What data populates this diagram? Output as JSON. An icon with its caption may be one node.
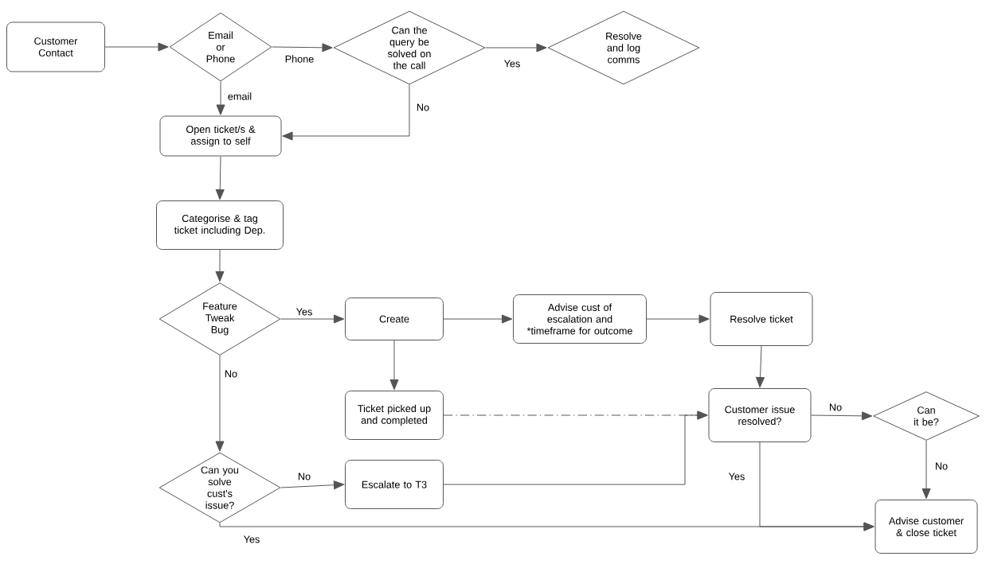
{
  "diagram": {
    "nodes": [
      {
        "text": [
          "Customer Contact"
        ]
      },
      {
        "text": [
          "Email or Phone"
        ]
      },
      {
        "text": [
          "Can the query be solved on the call"
        ]
      },
      {
        "text": [
          "Resolve and log comms"
        ]
      },
      {
        "text": [
          "Open ticket/s & assign to self"
        ]
      },
      {
        "text": [
          "Categorise & tag ticket including Dep."
        ]
      },
      {
        "text": [
          "Feature Tweak Bug"
        ]
      },
      {
        "text": [
          "Create"
        ]
      },
      {
        "text": [
          "Advise cust of escalation and *timeframe for outcome"
        ]
      },
      {
        "text": [
          "Resolve ticket"
        ]
      },
      {
        "text": [
          "Ticket picked up and completed"
        ]
      },
      {
        "text": [
          "Customer issue resolved?"
        ]
      },
      {
        "text": [
          "Can it be?"
        ]
      },
      {
        "text": [
          "Can you solve cust's issue?"
        ]
      },
      {
        "text": [
          "Escalate to T3"
        ]
      },
      {
        "text": [
          "Advise customer & close ticket"
        ]
      }
    ],
    "edges": [
      {
        "from": 0,
        "to": 1,
        "arrow": "to"
      },
      {
        "from": 1,
        "to": 2,
        "arrow": "to",
        "label": "Phone"
      },
      {
        "from": 2,
        "to": 3,
        "arrow": "to",
        "label": "Yes"
      },
      {
        "from": 1,
        "to": 4,
        "arrow": "to",
        "label": "email"
      },
      {
        "from": 2,
        "to": 4,
        "arrow": "to",
        "label": "No"
      },
      {
        "from": 4,
        "to": 5,
        "arrow": "to"
      },
      {
        "from": 5,
        "to": 6,
        "arrow": "to"
      },
      {
        "from": 6,
        "to": 7,
        "arrow": "to",
        "label": "Yes"
      },
      {
        "from": 7,
        "to": 8,
        "arrow": "to"
      },
      {
        "from": 8,
        "to": 9,
        "arrow": "to"
      },
      {
        "from": 7,
        "to": 10,
        "arrow": "to"
      },
      {
        "from": 6,
        "to": 13,
        "arrow": "to",
        "label": "No"
      },
      {
        "from": 10,
        "to": 11,
        "arrow": "to",
        "style": "dashed"
      },
      {
        "from": 14,
        "to": 11,
        "arrow": "to"
      },
      {
        "from": 9,
        "to": 11,
        "arrow": "to"
      },
      {
        "from": 11,
        "to": 12,
        "arrow": "to",
        "label": "No"
      },
      {
        "from": 12,
        "to": 15,
        "arrow": "to",
        "label": "No"
      },
      {
        "from": 11,
        "to": 15,
        "arrow": "to",
        "label": "Yes"
      },
      {
        "from": 13,
        "to": 14,
        "arrow": "to",
        "label": "No"
      },
      {
        "from": 13,
        "to": 15,
        "arrow": "to",
        "label": "Yes"
      }
    ]
  }
}
